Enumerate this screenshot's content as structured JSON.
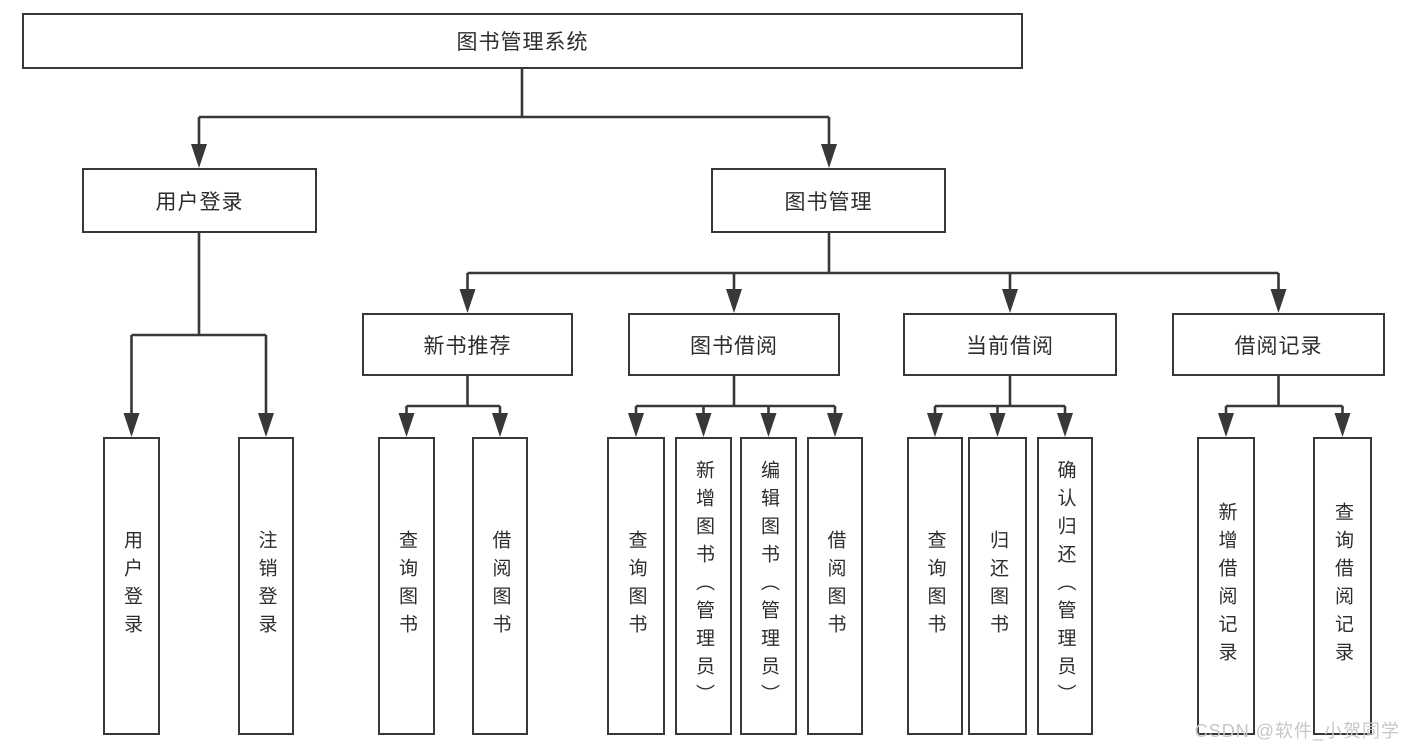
{
  "tree": {
    "label": "图书管理系统",
    "children": [
      {
        "label": "用户登录",
        "children": [
          {
            "label": "用户登录"
          },
          {
            "label": "注销登录"
          }
        ]
      },
      {
        "label": "图书管理",
        "children": [
          {
            "label": "新书推荐",
            "children": [
              {
                "label": "查询图书"
              },
              {
                "label": "借阅图书"
              }
            ]
          },
          {
            "label": "图书借阅",
            "children": [
              {
                "label": "查询图书"
              },
              {
                "label": "新增图书（管理员）"
              },
              {
                "label": "编辑图书（管理员）"
              },
              {
                "label": "借阅图书"
              }
            ]
          },
          {
            "label": "当前借阅",
            "children": [
              {
                "label": "查询图书"
              },
              {
                "label": "归还图书"
              },
              {
                "label": "确认归还（管理员）"
              }
            ]
          },
          {
            "label": "借阅记录",
            "children": [
              {
                "label": "新增借阅记录"
              },
              {
                "label": "查询借阅记录"
              }
            ]
          }
        ]
      }
    ]
  },
  "watermark": {
    "text": "CSDN @软件_小贺同学"
  },
  "colors": {
    "line": "#383838",
    "text": "#2d2d2d",
    "node_fill": "#ffffff",
    "watermark": "#c7c7c7",
    "background": "#ffffff"
  }
}
